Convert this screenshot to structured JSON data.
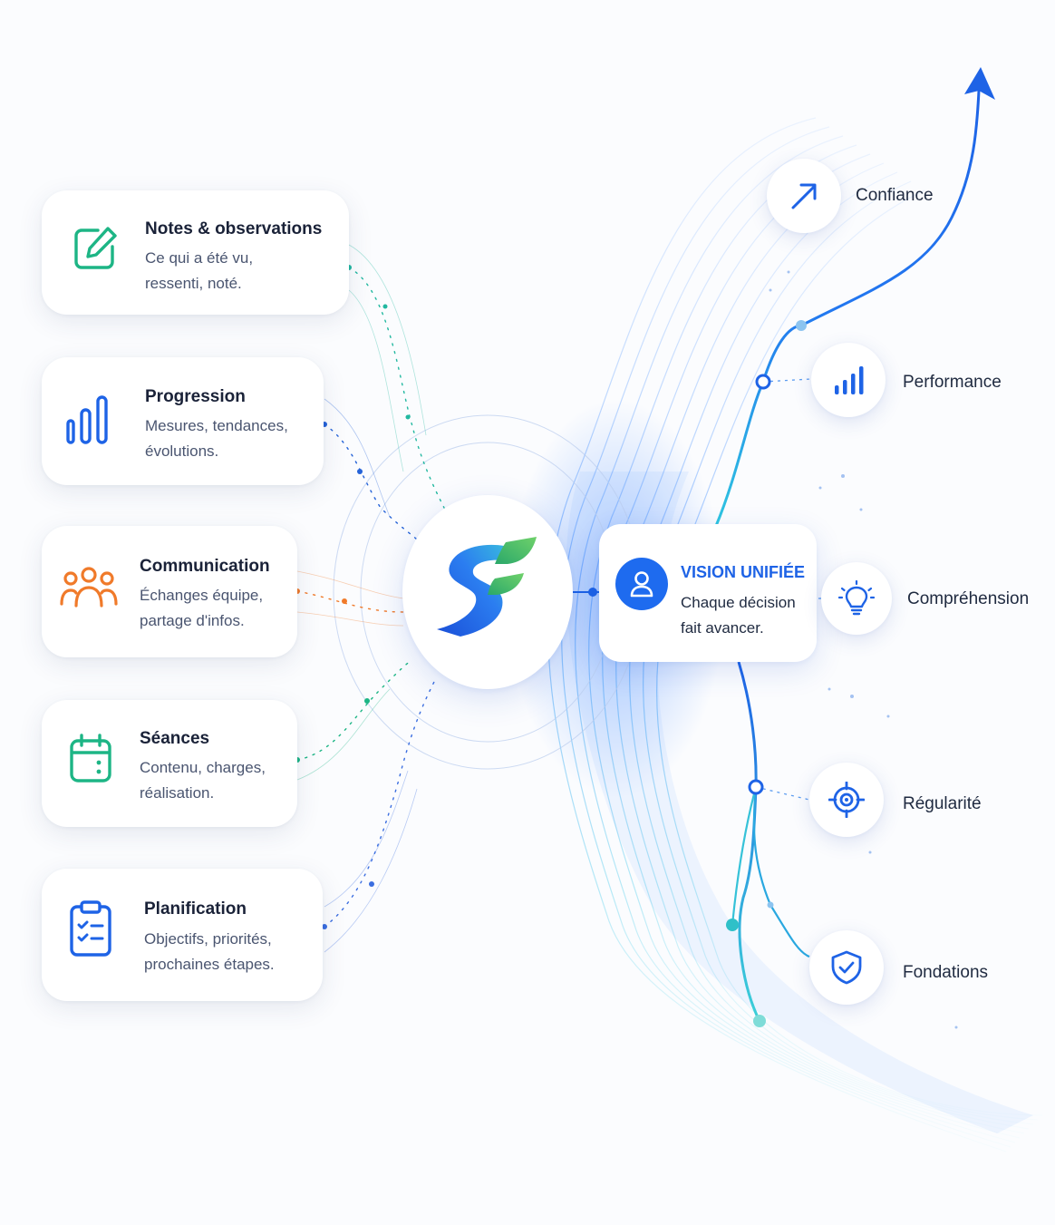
{
  "cards": [
    {
      "title": "Notes & observations",
      "description": "Ce qui a été vu,\nressenti, noté.",
      "icon": "edit-note-icon",
      "color": "#1db585"
    },
    {
      "title": "Progression",
      "description": "Mesures, tendances,\névolutions.",
      "icon": "bar-chart-icon",
      "color": "#1e63e6"
    },
    {
      "title": "Communication",
      "description": "Échanges équipe,\npartage d'infos.",
      "icon": "team-icon",
      "color": "#f07a2a"
    },
    {
      "title": "Séances",
      "description": "Contenu, charges,\nréalisation.",
      "icon": "calendar-icon",
      "color": "#1db585"
    },
    {
      "title": "Planification",
      "description": "Objectifs, priorités,\nprochaines étapes.",
      "icon": "clipboard-checklist-icon",
      "color": "#1e63e6"
    }
  ],
  "hub": {
    "logo": "sf-logo"
  },
  "vision": {
    "title": "VISION UNIFIÉE",
    "description": "Chaque décision\nfait avancer.",
    "icon": "user-icon"
  },
  "outcomes": [
    {
      "label": "Confiance",
      "icon": "arrow-up-right-icon"
    },
    {
      "label": "Performance",
      "icon": "signal-bars-icon"
    },
    {
      "label": "Compréhension",
      "icon": "lightbulb-icon"
    },
    {
      "label": "Régularité",
      "icon": "target-icon"
    },
    {
      "label": "Fondations",
      "icon": "shield-check-icon"
    }
  ],
  "colors": {
    "blue": "#1e63e6",
    "green": "#1db585",
    "orange": "#f07a2a",
    "cyan": "#22b8d8"
  }
}
